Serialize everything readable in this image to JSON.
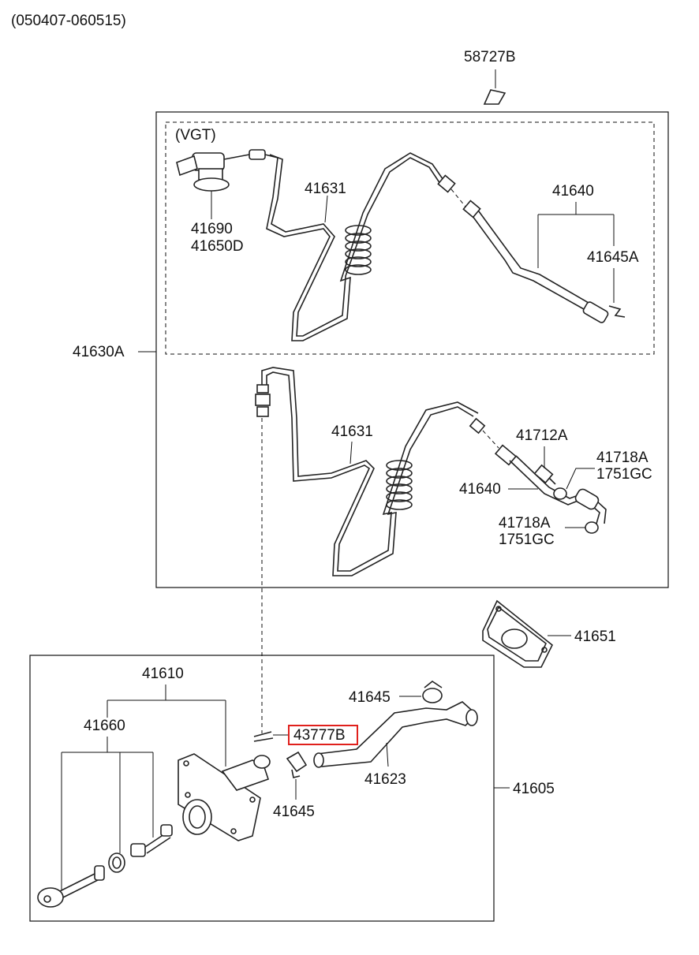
{
  "date_range": "(050407-060515)",
  "labels": {
    "bracket_58727b": "58727B",
    "vgt": "(VGT)",
    "assy_41630a": "41630A",
    "tube_41631_top": "41631",
    "tube_41631_bottom": "41631",
    "hose_41640_top": "41640",
    "hose_41640_bottom": "41640",
    "clip_41645a": "41645A",
    "part_41690": "41690",
    "part_41650d": "41650D",
    "fitting_41712a": "41712A",
    "gasket_41718a_1": "41718A",
    "gasket_1751gc_1": "1751GC",
    "gasket_41718a_2": "41718A",
    "gasket_1751gc_2": "1751GC",
    "gasket_41651": "41651",
    "cylinder_41610": "41610",
    "kit_41660": "41660",
    "clamp_41645_top": "41645",
    "clamp_41645_bottom": "41645",
    "hose_41623": "41623",
    "assy_41605": "41605",
    "clip_43777b": "43777B"
  },
  "highlight": {
    "part": "43777B",
    "color": "#e0201c"
  }
}
